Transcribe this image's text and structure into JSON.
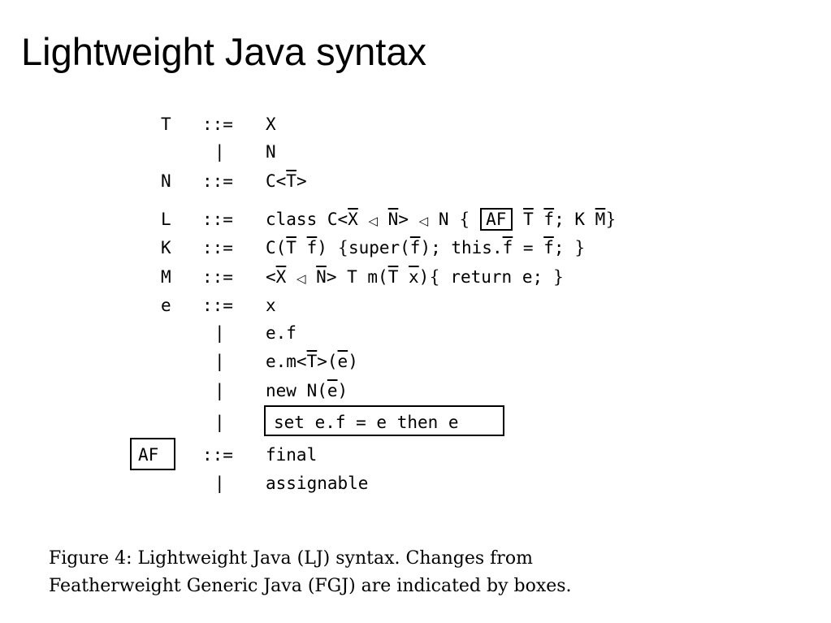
{
  "slide": {
    "title": "Lightweight Java syntax"
  },
  "grammar": {
    "defines": "::=",
    "alt": "|",
    "open_brace": "{",
    "close_brace": "}",
    "subtype": "◁",
    "T": {
      "sym": "T",
      "alts": [
        "X",
        "N"
      ]
    },
    "N": {
      "sym": "N",
      "rhs_a": "C<",
      "rhs_b": "T",
      "rhs_c": ">"
    },
    "L": {
      "sym": "L",
      "p1": "class C<",
      "p2": "X",
      "p3": "N",
      "p4": "> ",
      "p5": " N ",
      "boxed": "AF",
      "p6": "T",
      "p7": "f",
      "p8": "; K ",
      "p9": "M"
    },
    "K": {
      "sym": "K",
      "p1": "C(",
      "p2": "T",
      "p3": "f",
      "p4": ") ",
      "p5": "super(",
      "p6": "f",
      "p7": "); this.",
      "p8": "f",
      "p9": " = ",
      "p10": "f",
      "p11": "; "
    },
    "M": {
      "sym": "M",
      "p1": "<",
      "p2": "X",
      "p3": "N",
      "p4": "> T m(",
      "p5": "T",
      "p6": "x",
      "p7": ")",
      "p8": " return e; "
    },
    "e": {
      "sym": "e",
      "alt1": "x",
      "alt2": "e.f",
      "alt3_a": "e.m<",
      "alt3_b": "T",
      "alt3_c": ">(",
      "alt3_d": "e",
      "alt3_e": ")",
      "alt4_a": "new N(",
      "alt4_b": "e",
      "alt4_c": ")",
      "alt5": "set e.f = e then e"
    },
    "AF": {
      "sym": "AF",
      "alt1": "final",
      "alt2": "assignable"
    }
  },
  "caption": {
    "line1": "Figure 4:  Lightweight Java (LJ) syntax.   Changes from",
    "line2": "Featherweight Generic Java (FGJ) are indicated by boxes."
  }
}
